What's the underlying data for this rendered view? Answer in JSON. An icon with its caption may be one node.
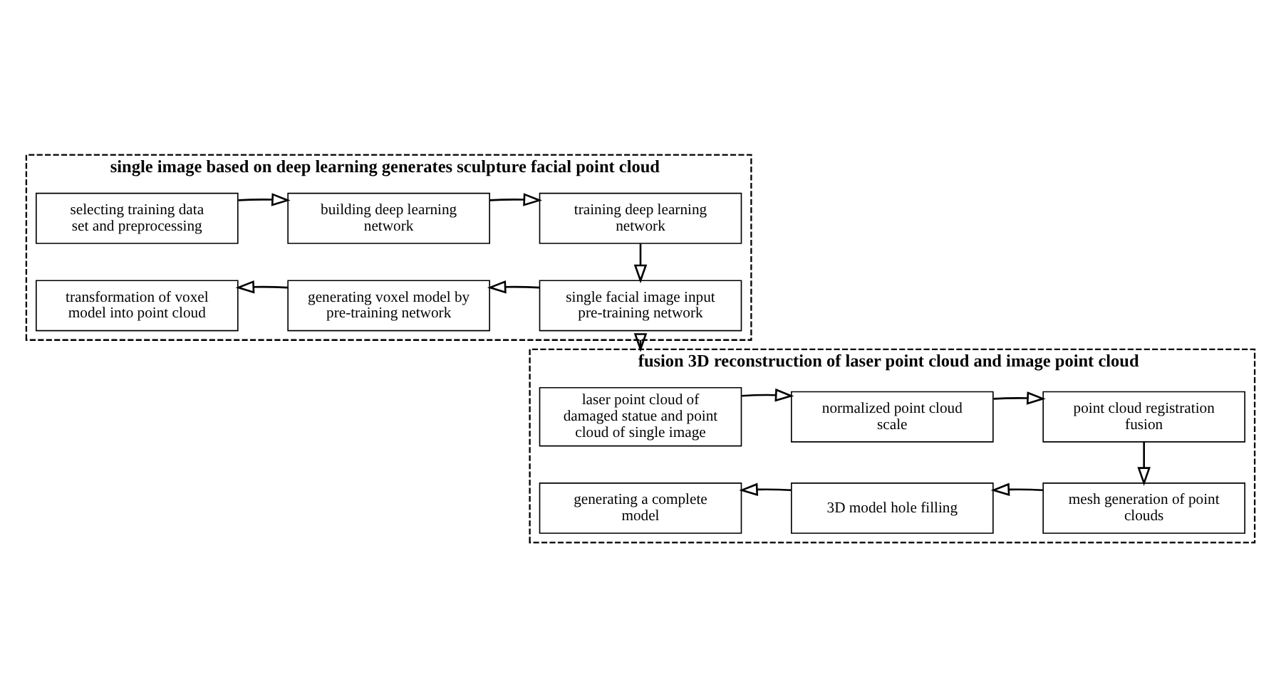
{
  "diagram": {
    "nodes": [
      {
        "text": [
          "single image based on deep learning generates sculpture facial point cloud"
        ]
      },
      {
        "text": [
          "selecting training data set and preprocessing"
        ],
        "in": 0
      },
      {
        "text": [
          "building deep learning network"
        ],
        "in": 0
      },
      {
        "text": [
          "training deep learning network"
        ],
        "in": 0
      },
      {
        "text": [
          "transformation of voxel model into point cloud"
        ],
        "in": 0
      },
      {
        "text": [
          "generating voxel model by pre-training network"
        ],
        "in": 0
      },
      {
        "text": [
          "single facial image input pre-training network"
        ],
        "in": 0
      },
      {
        "text": [
          "fusion 3D reconstruction of laser point cloud and image point cloud"
        ]
      },
      {
        "text": [
          "laser point cloud of damaged statue and point cloud of single image"
        ],
        "in": 7
      },
      {
        "text": [
          "normalized point cloud scale"
        ],
        "in": 7
      },
      {
        "text": [
          "point cloud registration fusion"
        ],
        "in": 7
      },
      {
        "text": [
          "generating a complete model"
        ],
        "in": 7
      },
      {
        "text": [
          "3D model hole filling"
        ],
        "in": 7
      },
      {
        "text": [
          "mesh generation of point clouds"
        ],
        "in": 7
      }
    ],
    "edges": [
      {
        "from": 1,
        "to": 2,
        "arrow": "to"
      },
      {
        "from": 2,
        "to": 3,
        "arrow": "to"
      },
      {
        "from": 3,
        "to": 6,
        "arrow": "to"
      },
      {
        "from": 6,
        "to": 5,
        "arrow": "to"
      },
      {
        "from": 5,
        "to": 4,
        "arrow": "to"
      },
      {
        "from": 0,
        "to": 7,
        "arrow": "to"
      },
      {
        "from": 8,
        "to": 9,
        "arrow": "to"
      },
      {
        "from": 9,
        "to": 10,
        "arrow": "to"
      },
      {
        "from": 10,
        "to": 13,
        "arrow": "to"
      },
      {
        "from": 13,
        "to": 12,
        "arrow": "to"
      },
      {
        "from": 12,
        "to": 11,
        "arrow": "to"
      }
    ]
  }
}
